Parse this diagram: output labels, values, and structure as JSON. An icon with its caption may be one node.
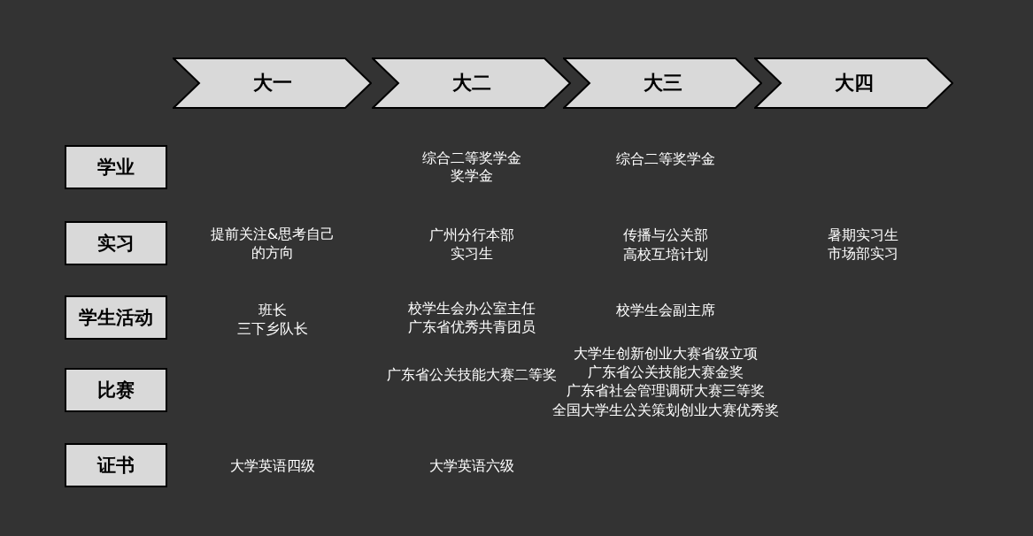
{
  "diagram": {
    "nodes": [
      {
        "text": [
          "大一"
        ]
      },
      {
        "text": [
          "大二"
        ]
      },
      {
        "text": [
          "大三"
        ]
      },
      {
        "text": [
          "大四"
        ]
      },
      {
        "text": [
          "学业"
        ]
      },
      {
        "text": [
          "实习"
        ]
      },
      {
        "text": [
          "学生活动"
        ]
      },
      {
        "text": [
          "比赛"
        ]
      },
      {
        "text": [
          "证书"
        ]
      }
    ],
    "labels": [
      "综合二等奖学金",
      "奖学金",
      "综合二等奖学金",
      "提前关注&思考自己的方向",
      "广州分行本部",
      "实习生",
      "传播与公关部",
      "高校互培计划",
      "暑期实习生",
      "市场部实习",
      "班长",
      "三下乡队长",
      "校学生会办公室主任",
      "广东省优秀共青团员",
      "校学生会副主席",
      "大学生创新创业大赛省级立项",
      "广东省公关技能大赛二等奖",
      "广东省公关技能大赛金奖",
      "广东省社会管理调研大赛三等奖",
      "全国大学生公关策划创业大赛优秀奖",
      "大学英语四级",
      "大学英语六级"
    ]
  }
}
